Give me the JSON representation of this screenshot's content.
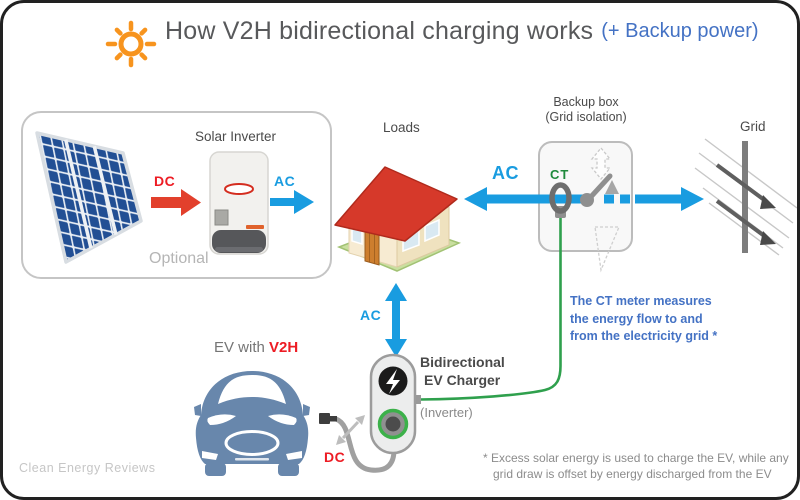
{
  "title": {
    "icon": "sun-icon",
    "main": "How V2H bidirectional charging works",
    "accent": "(+ Backup power)"
  },
  "solar_section": {
    "inverter_label": "Solar Inverter",
    "dc_label": "DC",
    "ac_label": "AC",
    "optional_label": "Optional"
  },
  "loads": {
    "label": "Loads",
    "ac_label": "AC"
  },
  "backup_box": {
    "label_line1": "Backup box",
    "label_line2": "(Grid isolation)",
    "ct_label": "CT"
  },
  "grid": {
    "label": "Grid"
  },
  "ev": {
    "label_prefix": "EV with",
    "label_v2h": "V2H",
    "dc_label": "DC",
    "ac_label": "AC"
  },
  "charger": {
    "label_line1": "Bidirectional",
    "label_line2": "EV Charger",
    "label_line3": "(Inverter)",
    "bolt_icon": "lightning-bolt-icon"
  },
  "annotations": {
    "ct_note": [
      "The CT meter measures",
      "the energy flow to and",
      "from the electricity grid *"
    ],
    "footnote": [
      "* Excess solar energy is used to charge the EV, while any",
      "grid draw is offset by energy discharged from the EV"
    ],
    "watermark": "Clean Energy Reviews"
  },
  "colors": {
    "accent_blue": "#4472C4",
    "ac_blue": "#199CE0",
    "dc_red": "#ED1C24",
    "arrow_red": "#E2402C",
    "ct_green": "#2FA04D",
    "car_blue": "#6887AC",
    "roof_red": "#D6392A",
    "title_gray": "#58595B"
  }
}
